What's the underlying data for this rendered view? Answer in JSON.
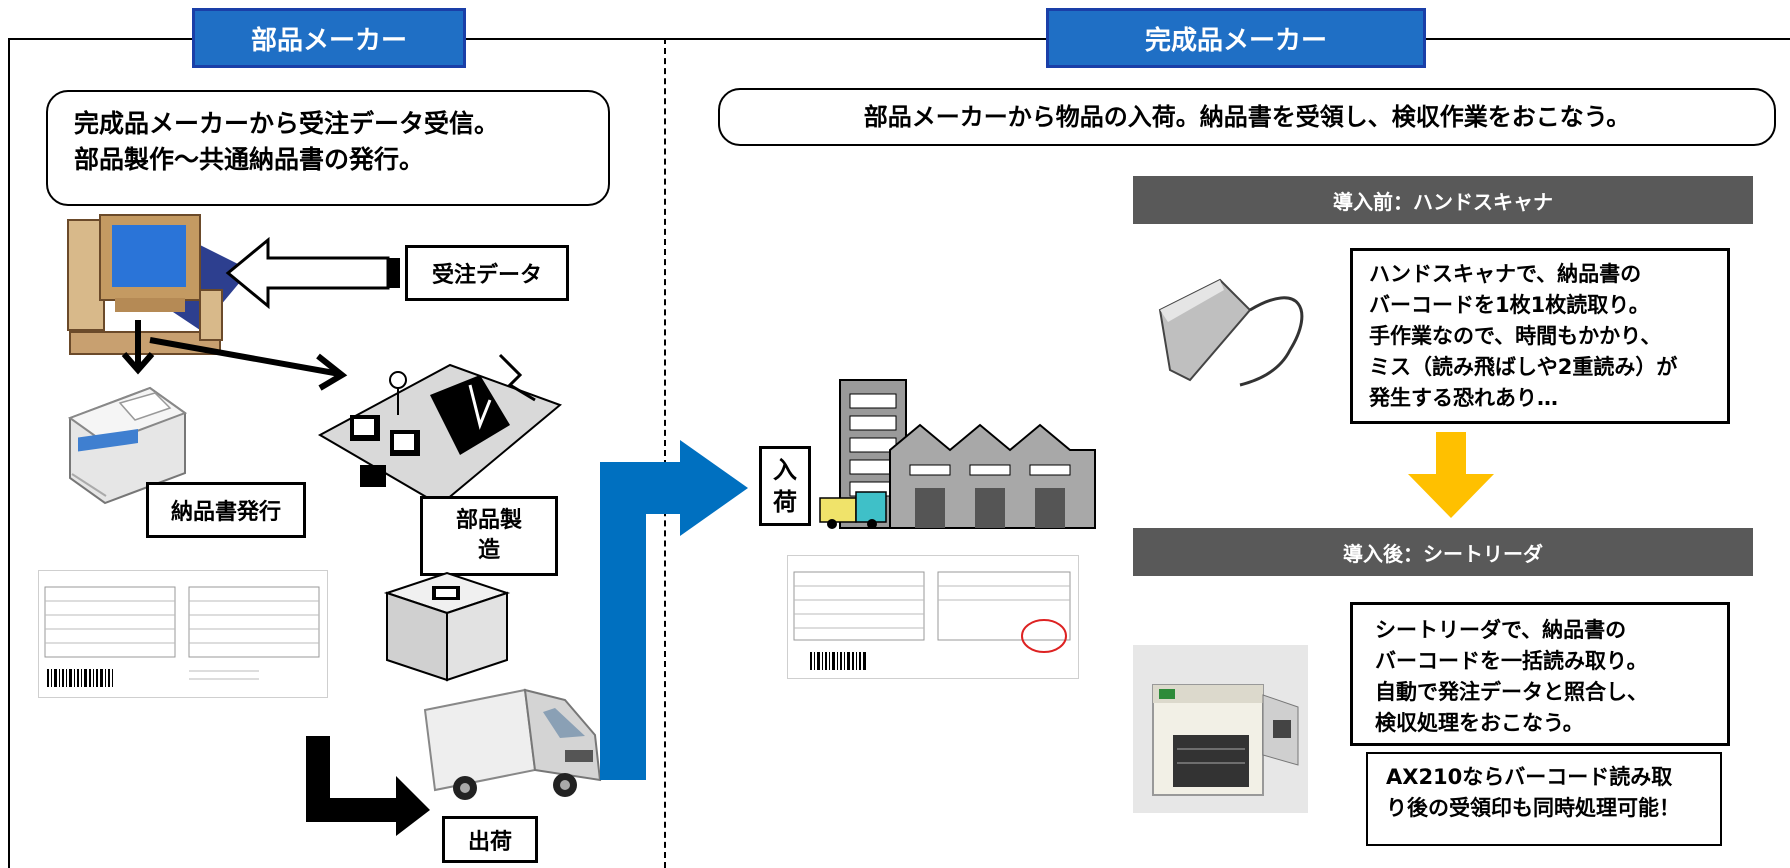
{
  "left_panel": {
    "header": "部品メーカー",
    "intro_lines": [
      "完成品メーカーから受注データ受信。",
      "部品製作～共通納品書の発行。"
    ],
    "order_data_label": "受注データ",
    "invoice_issue_label": "納品書発行",
    "parts_mfg_label_lines": [
      "部品製",
      "造"
    ],
    "shipping_label": "出荷"
  },
  "right_panel": {
    "header": "完成品メーカー",
    "intro": "部品メーカーから物品の入荷。納品書を受領し、検収作業をおこなう。",
    "arrival_label_lines": [
      "入",
      "荷"
    ],
    "before": {
      "bar": "導入前：ハンドスキャナ",
      "lines": [
        "ハンドスキャナで、納品書の",
        "バーコードを1枚1枚読取り。",
        "手作業なので、時間もかかり、",
        "ミス（読み飛ばしや2重読み）が",
        "発生する恐れあり…"
      ]
    },
    "after": {
      "bar": "導入後：シートリーダ",
      "lines": [
        "シートリーダで、納品書の",
        "バーコードを一括読み取り。",
        "自動で発注データと照合し、",
        "検収処理をおこなう。"
      ],
      "note_lines": [
        "AX210ならバーコード読み取",
        "り後の受領印も同時処理可能！"
      ]
    }
  },
  "colors": {
    "header_blue": "#1f6fc5",
    "flow_arrow_blue": "#0070c0",
    "down_arrow_yellow": "#ffc000",
    "bar_grey": "#595959"
  }
}
